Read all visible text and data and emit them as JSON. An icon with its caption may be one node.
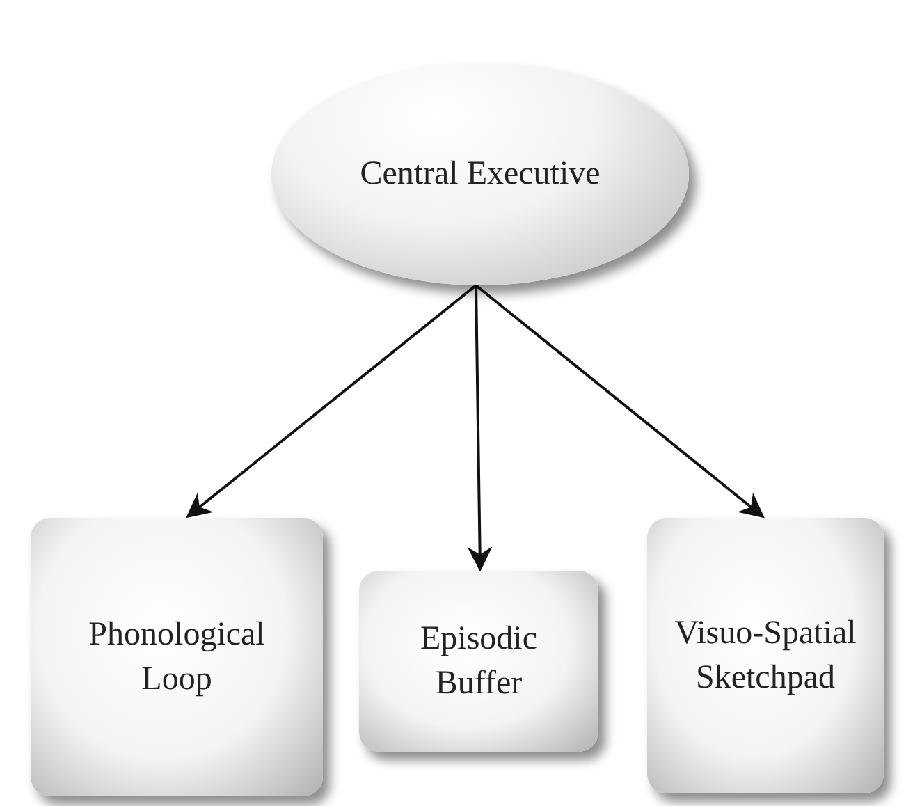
{
  "diagram": {
    "nodes": [
      {
        "text": [
          "Central Executive"
        ]
      },
      {
        "text": [
          "Phonological Loop"
        ]
      },
      {
        "text": [
          "Episodic Buffer"
        ]
      },
      {
        "text": [
          "Visuo-Spatial Sketchpad"
        ]
      }
    ],
    "edges": [
      {
        "from": 0,
        "to": 1,
        "arrow": "to"
      },
      {
        "from": 0,
        "to": 2,
        "arrow": "to"
      },
      {
        "from": 0,
        "to": 3,
        "arrow": "to"
      }
    ]
  }
}
